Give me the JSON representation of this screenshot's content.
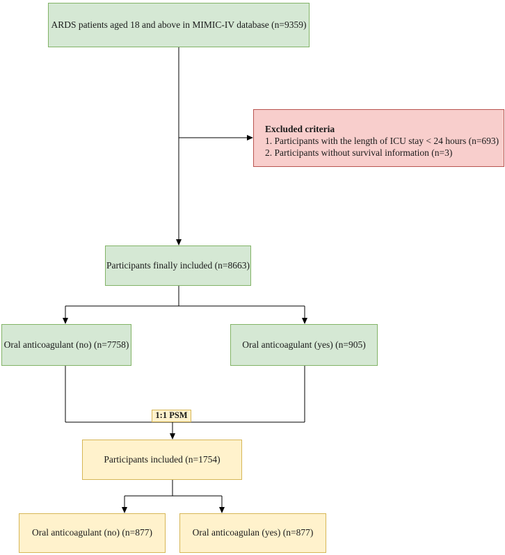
{
  "top_box": "ARDS patients aged 18 and above in MIMIC-IV database (n=9359)",
  "excluded": {
    "title": "Excluded criteria",
    "items": [
      "1. Participants with the length of ICU stay < 24 hours (n=693)",
      "2. Participants without survival information (n=3)"
    ]
  },
  "final_box": "Participants finally included (n=8663)",
  "split": {
    "left": "Oral anticoagulant (no) (n=7758)",
    "right": "Oral anticoagulant (yes) (n=905)"
  },
  "psm_label": "1:1 PSM",
  "psm_box": "Participants included (n=1754)",
  "matched": {
    "left": "Oral anticoagulant (no) (n=877)",
    "right": "Oral anticoagulan (yes) (n=877)"
  },
  "colors": {
    "green_fill": "#d5e8d4",
    "green_stroke": "#82b366",
    "red_fill": "#f8cecc",
    "red_stroke": "#b85450",
    "yellow_fill": "#fff2cc",
    "yellow_stroke": "#d6b656"
  }
}
